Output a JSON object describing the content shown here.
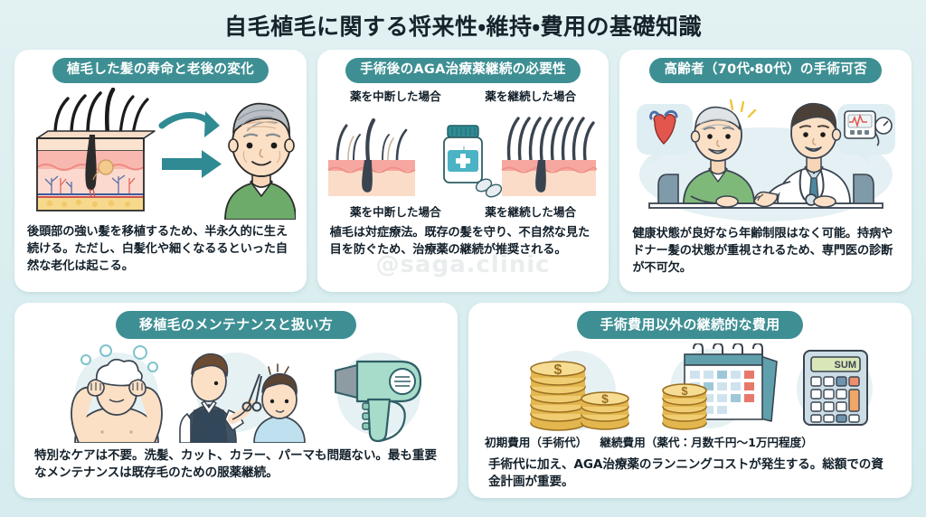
{
  "page": {
    "title": "自毛植毛に関する将来性・維持・費用の基礎知識",
    "background_color": "#dcefef",
    "card_background": "#ffffff",
    "accent_color": "#3e8f93",
    "text_color": "#13202a",
    "watermark": "@saga.clinic"
  },
  "cards": [
    {
      "id": "lifespan",
      "heading": "植毛した髪の寿命と老後の変化",
      "illustration": "skin-cross-section-with-hair-follicles-arrow-elderly-man",
      "body": "後頭部の強い髪を移植するため、半永久的に生え続ける。ただし、白髪化や細くなるるといった自然な老化は起こる。"
    },
    {
      "id": "aga-medication",
      "heading": "手術後のAGA治療薬継続の必要性",
      "illustration": "two-skin-sections-with-medicine-bottle",
      "sub_labels_top": [
        "薬を中断した場合",
        "薬を継続した場合"
      ],
      "sub_labels_bottom": [
        "薬を中断した場合",
        "薬を継続した場合"
      ],
      "body": "植毛は対症療法。既存の髪を守り、不自然な見た目を防ぐため、治療薬の継続が推奨される。"
    },
    {
      "id": "elderly-surgery",
      "heading": "高齢者（70代・80代）の手術可否",
      "illustration": "elderly-patient-consulting-doctor-heart-and-blood-pressure-icons",
      "body": "健康状態が良好なら年齢制限はなく可能。持病やドナー髪の状態が重視されるため、専門医の診断が不可欠。"
    },
    {
      "id": "maintenance",
      "heading": "移植毛のメンテナンスと扱い方",
      "illustration": "shampooing-haircut-hairdryer-icons",
      "body": "特別なケアは不要。洗髪、カット、カラー、パーマも問題ない。最も重要なメンテナンスは既存毛のための服薬継続。"
    },
    {
      "id": "ongoing-cost",
      "heading": "手術費用以外の継続的な費用",
      "illustration": "coin-stacks-calendar-calculator",
      "cost_labels": [
        "初期費用（手術代）",
        "継続費用（薬代：月数千円〜1万円程度）"
      ],
      "calculator_display": "SUM",
      "body": "手術代に加え、AGA治療薬のランニングコストが発生する。総額での資金計画が重要。"
    }
  ]
}
